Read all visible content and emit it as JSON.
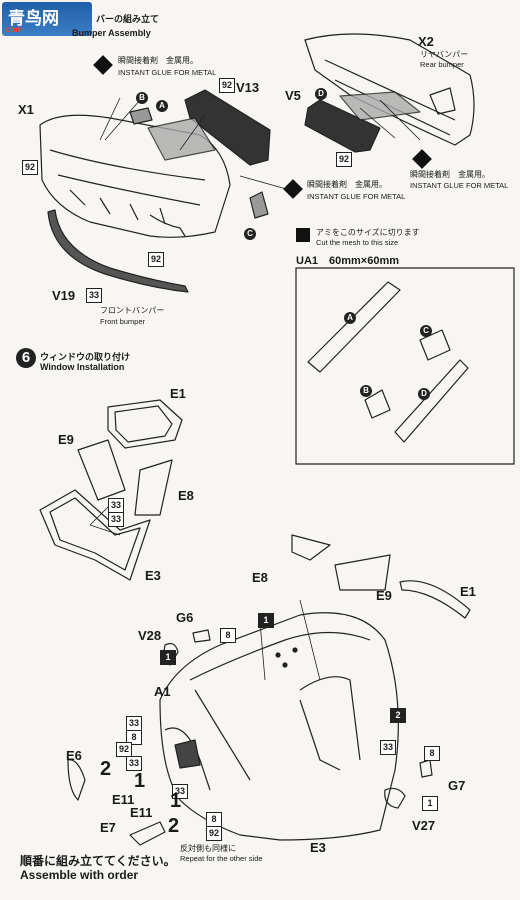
{
  "logo": {
    "main": "青鸟网",
    "sub": "com"
  },
  "header": {
    "jp": "バーの組み立て",
    "en": "Bumper Assembly"
  },
  "glue": {
    "jp": "瞬間接着剤　金属用。",
    "en": "INSTANT GLUE FOR METAL"
  },
  "parts": {
    "x1": "X1",
    "x2": "X2",
    "v13": "V13",
    "v5": "V5",
    "v19": "V19",
    "e1_top": "E1",
    "e9_top": "E9",
    "e8_top": "E8",
    "e3_top": "E3",
    "g6": "G6",
    "v28": "V28",
    "a1": "A1",
    "e6": "E6",
    "e11_a": "E11",
    "e11_b": "E11",
    "e7": "E7",
    "e8": "E8",
    "e9": "E9",
    "e1": "E1",
    "g7": "G7",
    "v27": "V27",
    "e3": "E3"
  },
  "labels": {
    "rear_bumper_jp": "リヤバンパー",
    "rear_bumper_en": "Rear bumper",
    "front_bumper_jp": "フロントバンパー",
    "front_bumper_en": "Front bumper",
    "mesh_jp": "アミをこのサイズに切ります",
    "mesh_en": "Cut the mesh to this size",
    "ua1": "UA1　60mm×60mm",
    "repeat_jp": "反対側も同様に",
    "repeat_en": "Repeat for the other side",
    "order_jp": "順番に組み立ててください。",
    "order_en": "Assemble with order"
  },
  "step6": {
    "number": "6",
    "jp": "ウィンドウの取り付け",
    "en": "Window Installation"
  },
  "letters": {
    "a": "A",
    "b": "B",
    "c": "C",
    "d": "D"
  },
  "nums": {
    "n92": "92",
    "n33": "33",
    "n1": "1",
    "n2": "2",
    "n8": "8"
  }
}
